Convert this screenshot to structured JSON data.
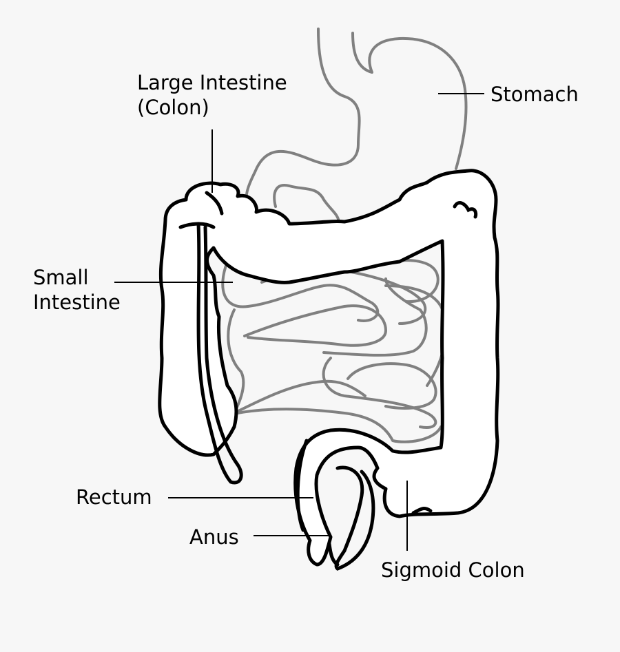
{
  "labels": {
    "large_intestine_line1": "Large Intestine",
    "large_intestine_line2": "(Colon)",
    "stomach": "Stomach",
    "small_intestine_line1": "Small",
    "small_intestine_line2": "Intestine",
    "rectum": "Rectum",
    "anus": "Anus",
    "sigmoid_colon": "Sigmoid Colon"
  },
  "colors": {
    "background": "#f7f7f7",
    "organ_outline": "#000000",
    "stomach_and_small_intestine": "#808080"
  }
}
